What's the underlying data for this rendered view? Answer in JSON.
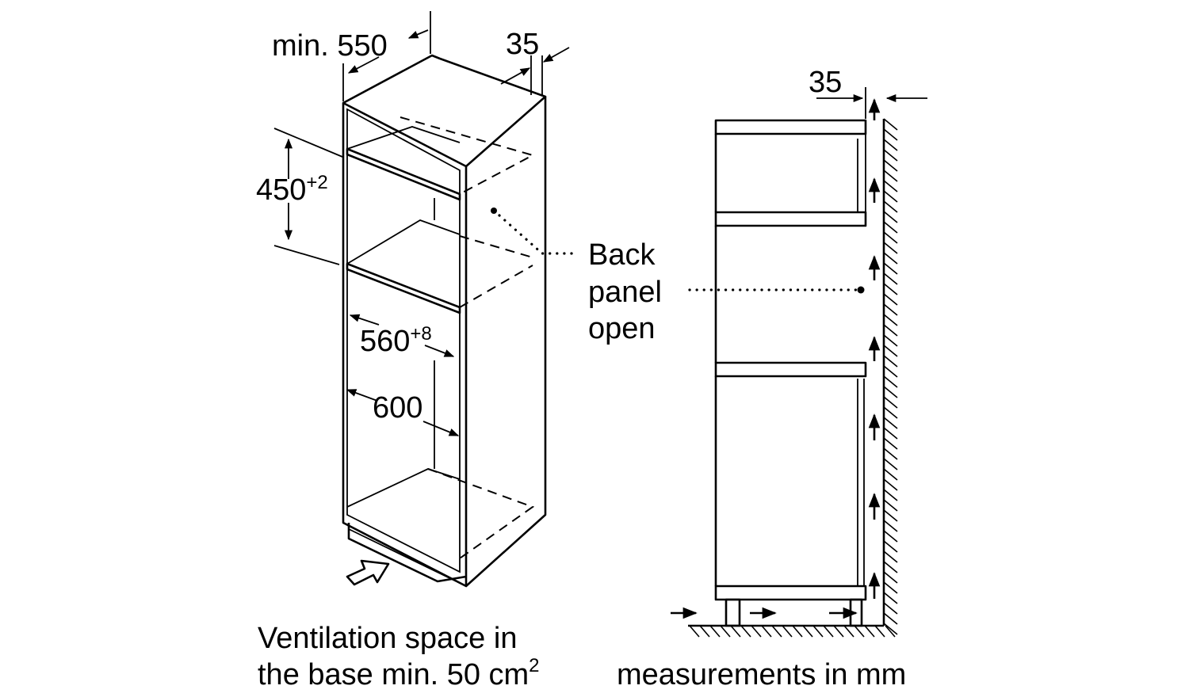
{
  "dimensions": {
    "depth": "min. 550",
    "back_gap_iso": "35",
    "back_gap_side": "35",
    "niche_height": {
      "value": "450",
      "tolerance": "+2"
    },
    "niche_width": {
      "value": "560",
      "tolerance": "+8"
    },
    "cabinet_width": "600"
  },
  "labels": {
    "back_panel": [
      "Back",
      "panel",
      "open"
    ],
    "ventilation": {
      "line1": "Ventilation space in",
      "line2": "the base min. 50 cm",
      "line2_sup": "2"
    },
    "units": "measurements in mm"
  },
  "icons": {
    "vent_arrow": "hollow-arrow-icon",
    "airflow": "up-arrow-icon"
  },
  "colors": {
    "line": "#000000",
    "background": "#ffffff"
  }
}
